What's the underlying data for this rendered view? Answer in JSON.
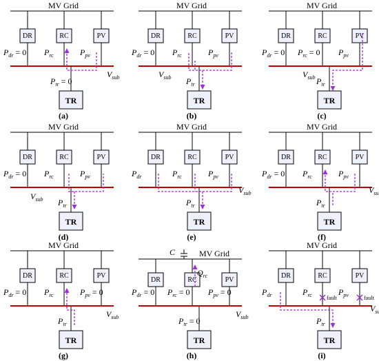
{
  "labels": {
    "grid": "MV Grid",
    "dr": "DR",
    "rc": "RC",
    "pv": "PV",
    "tr": "TR",
    "eq_zero": "= 0",
    "fault": "fault",
    "p": "P",
    "v": "V",
    "q": "Q",
    "c": "C",
    "sub_dr": "dr",
    "sub_rc": "rc",
    "sub_pv": "pv",
    "sub_tr": "tr",
    "sub_sub": "sub"
  },
  "panels": [
    {
      "caption": "(a)"
    },
    {
      "caption": "(b)"
    },
    {
      "caption": "(c)"
    },
    {
      "caption": "(d)"
    },
    {
      "caption": "(e)"
    },
    {
      "caption": "(f)"
    },
    {
      "caption": "(g)"
    },
    {
      "caption": "(h)"
    },
    {
      "caption": "(i)"
    }
  ],
  "colors": {
    "bus": "#c00000",
    "flow": "#a22be0",
    "box": "#eef0fb"
  }
}
